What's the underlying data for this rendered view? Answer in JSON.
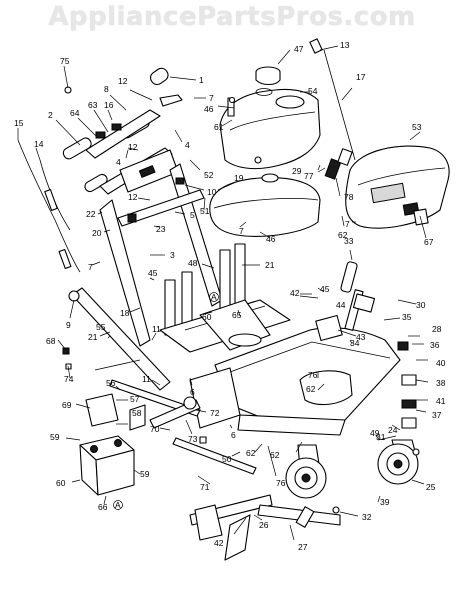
{
  "watermark": "AppliancePartsPros.com",
  "callouts": [
    "1",
    "2",
    "3",
    "4",
    "4",
    "5",
    "6",
    "6",
    "7",
    "7",
    "7",
    "7",
    "8",
    "9",
    "10",
    "11",
    "11",
    "12",
    "12",
    "12",
    "13",
    "14",
    "15",
    "16",
    "17",
    "18",
    "19",
    "20",
    "21",
    "21",
    "22",
    "23",
    "24",
    "25",
    "26",
    "27",
    "28",
    "29",
    "30",
    "31",
    "32",
    "33",
    "34",
    "35",
    "36",
    "37",
    "38",
    "39",
    "40",
    "41",
    "42",
    "42",
    "43",
    "44",
    "45",
    "45",
    "46",
    "46",
    "47",
    "48",
    "49",
    "50",
    "51",
    "52",
    "53",
    "54",
    "55",
    "56",
    "57",
    "58",
    "59",
    "59",
    "60",
    "60",
    "61",
    "62",
    "62",
    "62",
    "62",
    "63",
    "64",
    "65",
    "66",
    "67",
    "68",
    "69",
    "70",
    "71",
    "72",
    "73",
    "74",
    "75",
    "76",
    "76",
    "77",
    "78",
    "A",
    "A"
  ]
}
